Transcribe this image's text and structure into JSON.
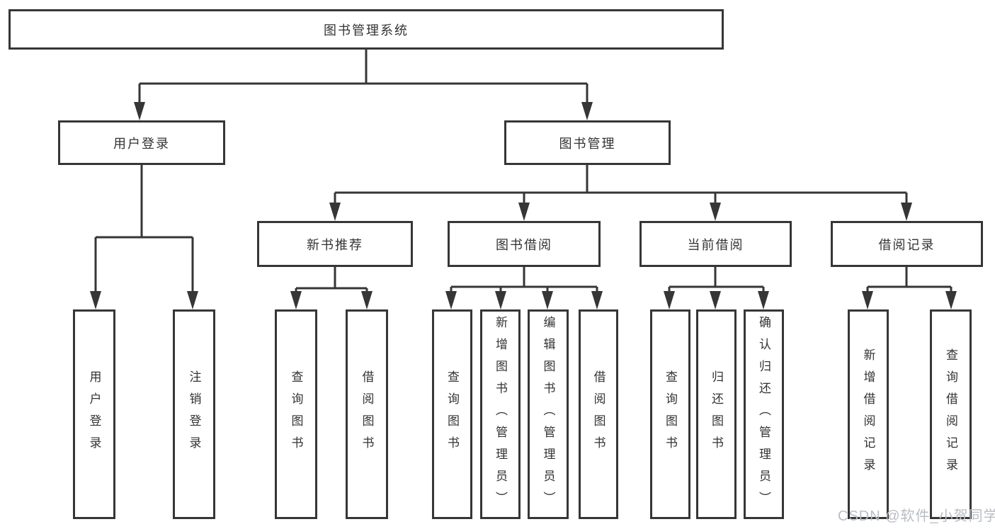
{
  "diagram_type": "functional-structure-tree",
  "colors": {
    "line": "#363636",
    "text": "#333333",
    "background": "#ffffff",
    "watermark": "#b9bdc4"
  },
  "nodes": {
    "root": {
      "label": "图书管理系统"
    },
    "user_login": {
      "label": "用户登录"
    },
    "book_mgmt": {
      "label": "图书管理"
    },
    "new_books": {
      "label": "新书推荐"
    },
    "book_borrow": {
      "label": "图书借阅"
    },
    "current_borrow": {
      "label": "当前借阅"
    },
    "borrow_records": {
      "label": "借阅记录"
    },
    "leaf_user_login": {
      "label": "用户登录"
    },
    "leaf_logout": {
      "label": "注销登录"
    },
    "leaf_nb_query": {
      "label": "查询图书"
    },
    "leaf_nb_borrow": {
      "label": "借阅图书"
    },
    "leaf_bb_query": {
      "label": "查询图书"
    },
    "leaf_bb_add": {
      "label": "新增图书（管理员）"
    },
    "leaf_bb_edit": {
      "label": "编辑图书（管理员）"
    },
    "leaf_bb_borrow": {
      "label": "借阅图书"
    },
    "leaf_cb_query": {
      "label": "查询图书"
    },
    "leaf_cb_return": {
      "label": "归还图书"
    },
    "leaf_cb_confirm": {
      "label": "确认归还（管理员）"
    },
    "leaf_br_add": {
      "label": "新增借阅记录"
    },
    "leaf_br_query": {
      "label": "查询借阅记录"
    }
  },
  "edges": [
    "root→user_login",
    "root→book_mgmt",
    "user_login→leaf_user_login",
    "user_login→leaf_logout",
    "book_mgmt→new_books",
    "book_mgmt→book_borrow",
    "book_mgmt→current_borrow",
    "book_mgmt→borrow_records",
    "new_books→leaf_nb_query",
    "new_books→leaf_nb_borrow",
    "book_borrow→leaf_bb_query",
    "book_borrow→leaf_bb_add",
    "book_borrow→leaf_bb_edit",
    "book_borrow→leaf_bb_borrow",
    "current_borrow→leaf_cb_query",
    "current_borrow→leaf_cb_return",
    "current_borrow→leaf_cb_confirm",
    "borrow_records→leaf_br_add",
    "borrow_records→leaf_br_query"
  ],
  "watermark": "CSDN @软件_小贺同学"
}
